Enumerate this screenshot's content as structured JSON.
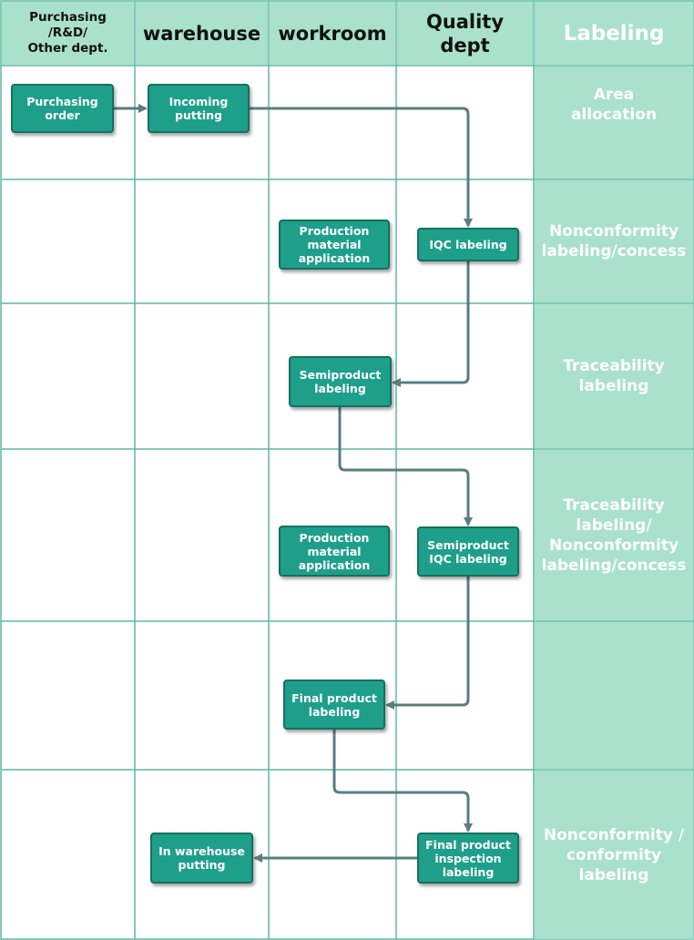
{
  "headers": {
    "purchasing": "Purchasing\n/R&D/\nOther dept.",
    "warehouse": "warehouse",
    "workroom": "workroom",
    "quality": "Quality\ndept",
    "labeling": "Labeling"
  },
  "row_labels": [
    "Area\nallocation",
    "Nonconformity\nlabeling/concess",
    "Traceability\nlabeling",
    "Traceability\nlabeling/\nNonconformity\nlabeling/concess",
    "",
    "Nonconformity /\nconformity\nlabeling"
  ],
  "boxes": {
    "purchasing_order": "Purchasing\norder",
    "incoming_putting": "Incoming\nputting",
    "prod_material_1": "Production\nmaterial\napplication",
    "iqc_labeling": "IQC labeling",
    "semiproduct_labeling": "Semiproduct\nlabeling",
    "prod_material_2": "Production\nmaterial\napplication",
    "semiproduct_iqc": "Semiproduct\nIQC labeling",
    "final_product_labeling": "Final product\nlabeling",
    "final_inspection": "Final product\ninspection\nlabeling",
    "in_warehouse": "In warehouse\nputting"
  },
  "colors": {
    "accent": "#1e9f8a",
    "header_bg": "#a9e1cd",
    "grid_line": "#5fb9a1",
    "arrow": "#5a7d80"
  }
}
